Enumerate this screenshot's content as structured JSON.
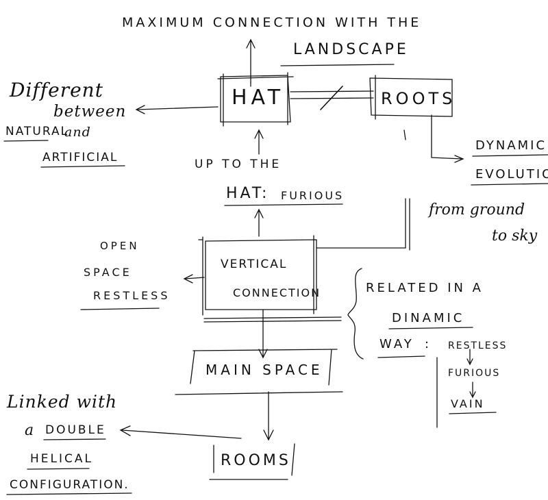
{
  "top": {
    "line1": "MAXIMUM CONNECTION WITH THE",
    "line2": "LANDSCAPE"
  },
  "hat_box": "HAT",
  "slash": "/",
  "roots_box": "ROOTS",
  "left_note": {
    "line1": "Different",
    "line2": "between",
    "line3a": "NATURAL",
    "line3b": "and",
    "line4": "ARTIFICIAL"
  },
  "right_note": {
    "line1": "DYNAMIC",
    "line2": "EVOLUTION",
    "line3": "from ground",
    "line4": "to sky"
  },
  "up_note": {
    "line1": "UP TO THE",
    "line2a": "HAT",
    "line2b": ":",
    "line2c": "FURIOUS"
  },
  "open_note": {
    "line1": "OPEN",
    "line2": "SPACE",
    "line3": "RESTLESS"
  },
  "vertical_box": {
    "line1": "VERTICAL",
    "line2": "CONNECTION"
  },
  "related_note": {
    "line1": "RELATED IN A",
    "line2": "DINAMIC",
    "line3a": "WAY",
    "line3b": ":",
    "line3c": "RESTLESS",
    "line4": "FURIOUS",
    "line5": "VAIN"
  },
  "main_space_box": "MAIN SPACE",
  "rooms_box": "ROOMS",
  "linked_note": {
    "line1": "Linked with",
    "line2a": "a",
    "line2b": "DOUBLE",
    "line3": "HELICAL",
    "line4": "CONFIGURATION."
  },
  "colors": {
    "ink": "#111111",
    "paper": "#ffffff"
  }
}
